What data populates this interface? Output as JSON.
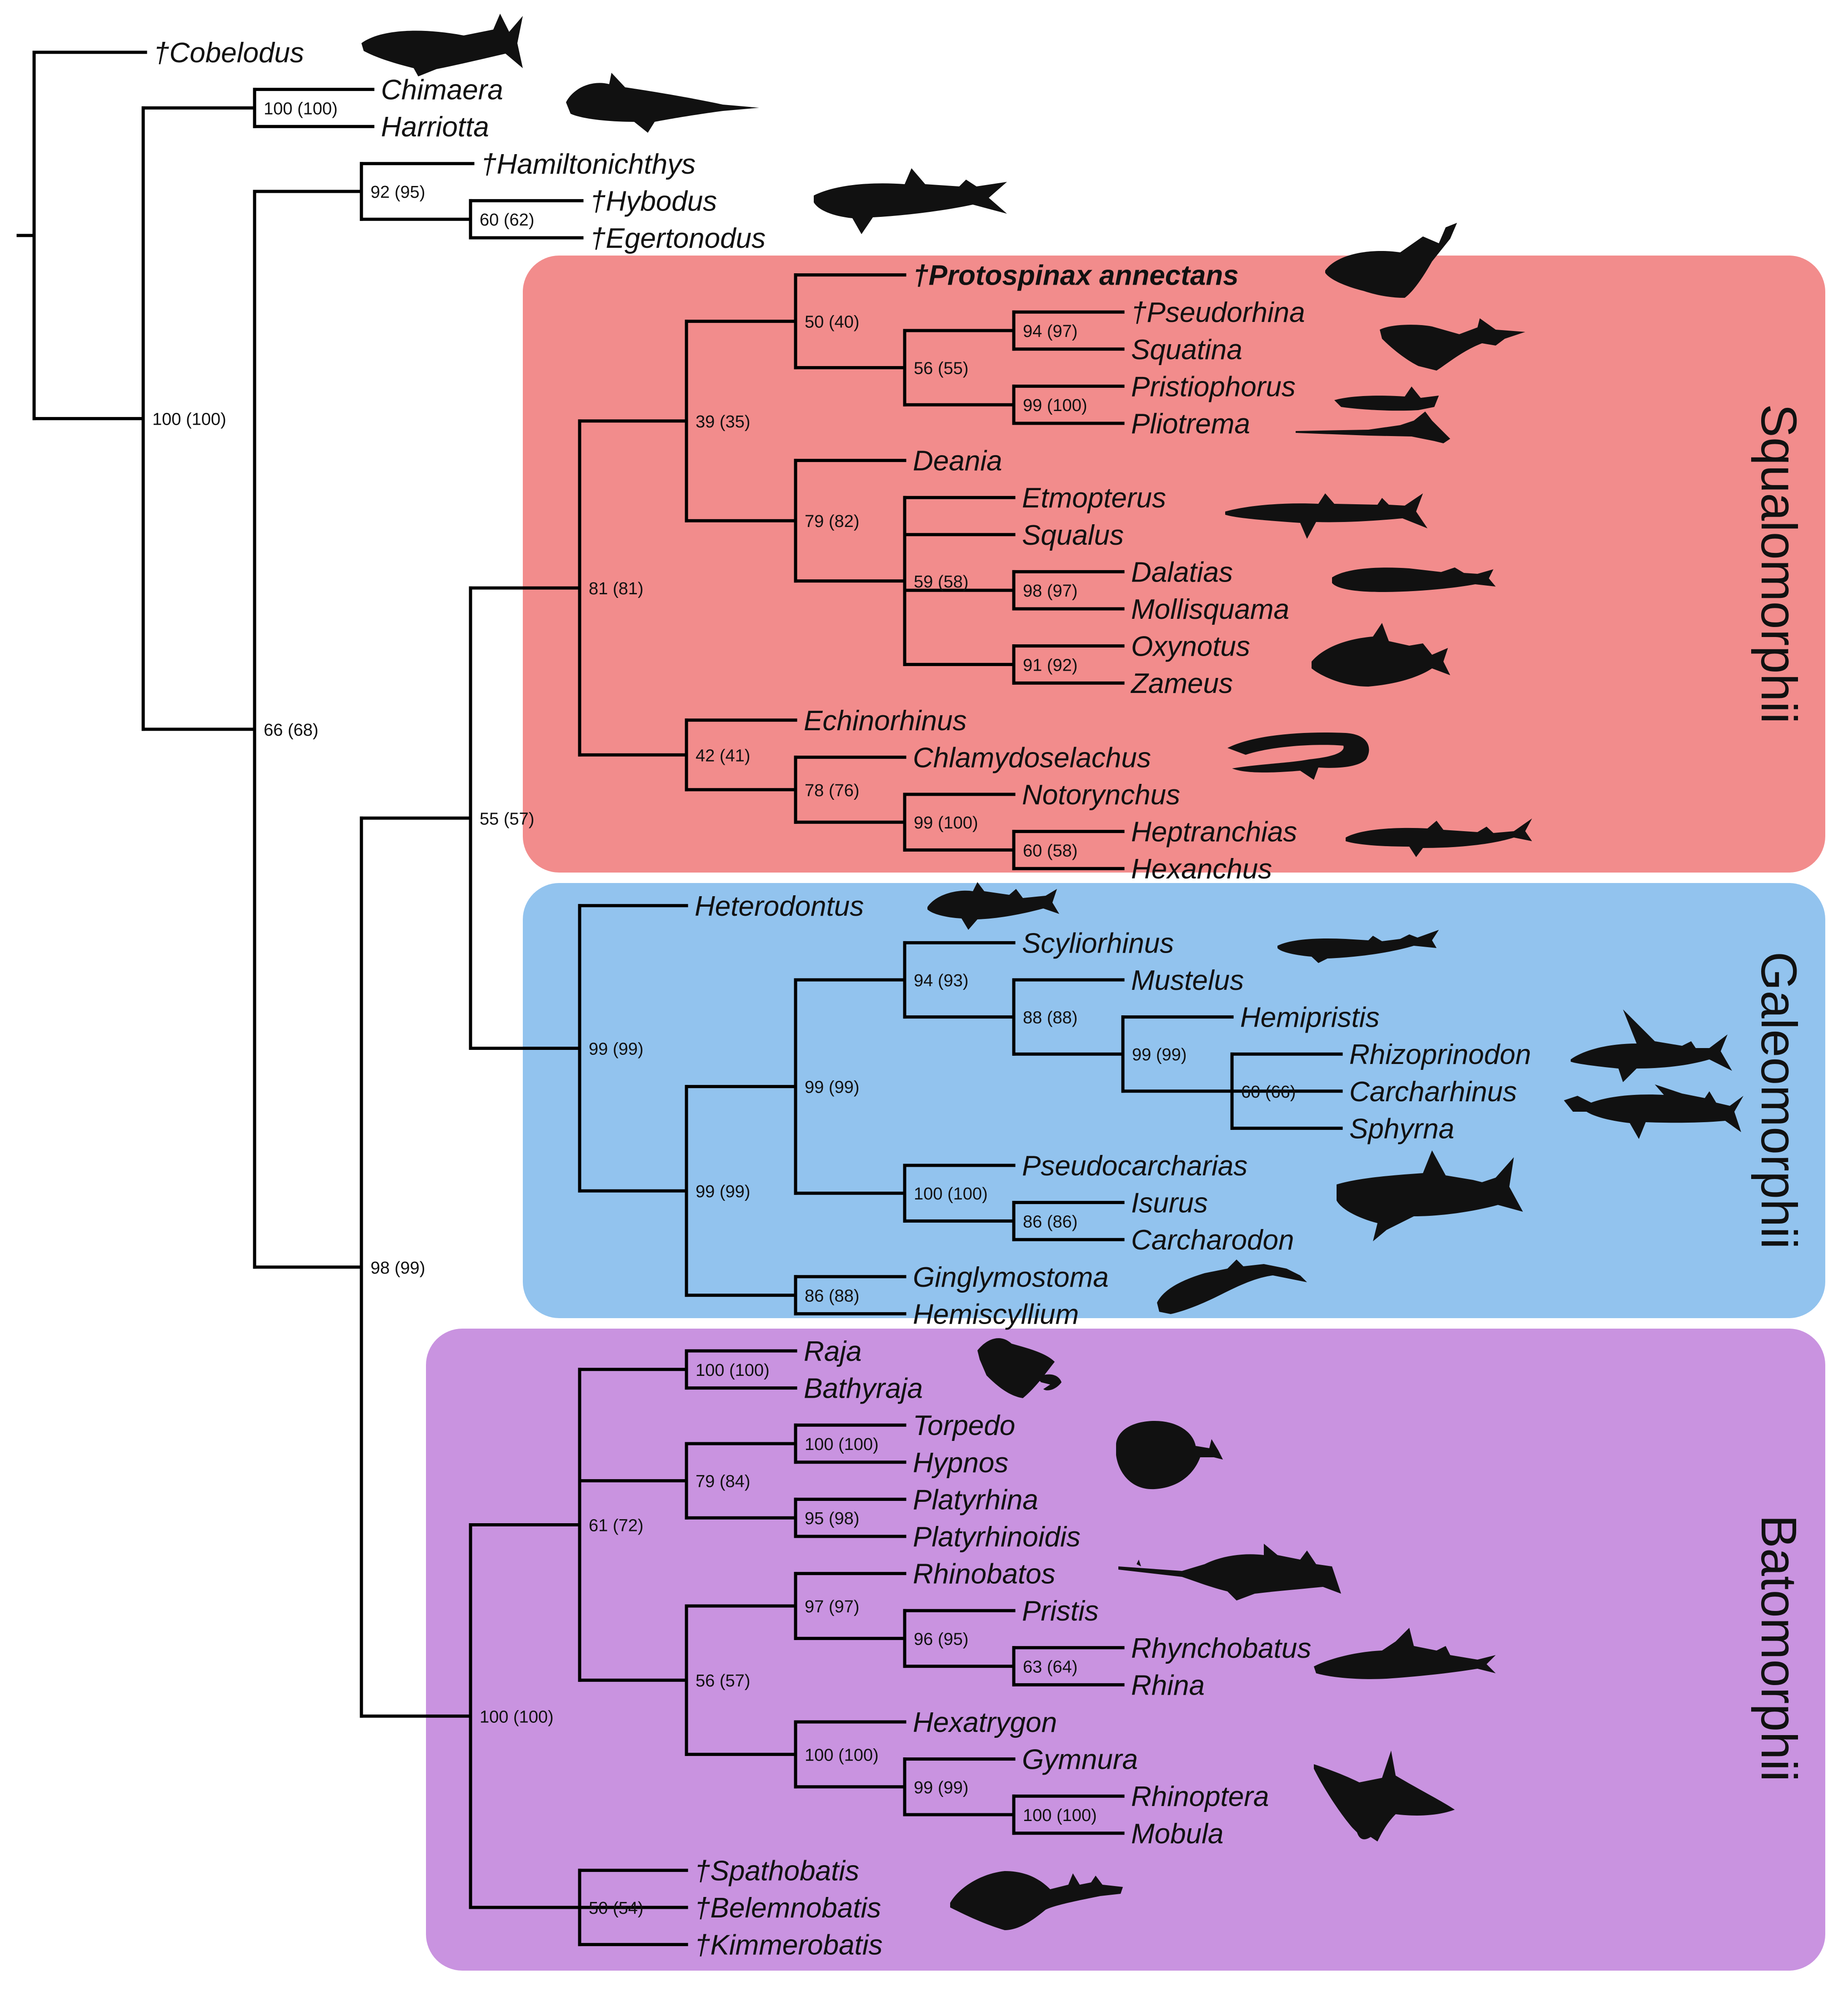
{
  "taxa": [
    {
      "name": "†Cobelodus",
      "bold": false
    },
    {
      "name": "Chimaera",
      "bold": false
    },
    {
      "name": "Harriotta",
      "bold": false
    },
    {
      "name": "†Hamiltonichthys",
      "bold": false
    },
    {
      "name": "†Hybodus",
      "bold": false
    },
    {
      "name": "†Egertonodus",
      "bold": false
    },
    {
      "name": "†Protospinax annectans",
      "bold": true
    },
    {
      "name": "†Pseudorhina",
      "bold": false
    },
    {
      "name": "Squatina",
      "bold": false
    },
    {
      "name": "Pristiophorus",
      "bold": false
    },
    {
      "name": "Pliotrema",
      "bold": false
    },
    {
      "name": "Deania",
      "bold": false
    },
    {
      "name": "Etmopterus",
      "bold": false
    },
    {
      "name": "Squalus",
      "bold": false
    },
    {
      "name": "Dalatias",
      "bold": false
    },
    {
      "name": "Mollisquama",
      "bold": false
    },
    {
      "name": "Oxynotus",
      "bold": false
    },
    {
      "name": "Zameus",
      "bold": false
    },
    {
      "name": "Echinorhinus",
      "bold": false
    },
    {
      "name": "Chlamydoselachus",
      "bold": false
    },
    {
      "name": "Notorynchus",
      "bold": false
    },
    {
      "name": "Heptranchias",
      "bold": false
    },
    {
      "name": "Hexanchus",
      "bold": false
    },
    {
      "name": "Heterodontus",
      "bold": false
    },
    {
      "name": "Scyliorhinus",
      "bold": false
    },
    {
      "name": "Mustelus",
      "bold": false
    },
    {
      "name": "Hemipristis",
      "bold": false
    },
    {
      "name": "Rhizoprinodon",
      "bold": false
    },
    {
      "name": "Carcharhinus",
      "bold": false
    },
    {
      "name": "Sphyrna",
      "bold": false
    },
    {
      "name": "Pseudocarcharias",
      "bold": false
    },
    {
      "name": "Isurus",
      "bold": false
    },
    {
      "name": "Carcharodon",
      "bold": false
    },
    {
      "name": "Ginglymostoma",
      "bold": false
    },
    {
      "name": "Hemiscyllium",
      "bold": false
    },
    {
      "name": "Raja",
      "bold": false
    },
    {
      "name": "Bathyraja",
      "bold": false
    },
    {
      "name": "Torpedo",
      "bold": false
    },
    {
      "name": "Hypnos",
      "bold": false
    },
    {
      "name": "Platyrhina",
      "bold": false
    },
    {
      "name": "Platyrhinoidis",
      "bold": false
    },
    {
      "name": "Rhinobatos",
      "bold": false
    },
    {
      "name": "Pristis",
      "bold": false
    },
    {
      "name": "Rhynchobatus",
      "bold": false
    },
    {
      "name": "Rhina",
      "bold": false
    },
    {
      "name": "Hexatrygon",
      "bold": false
    },
    {
      "name": "Gymnura",
      "bold": false
    },
    {
      "name": "Rhinoptera",
      "bold": false
    },
    {
      "name": "Mobula",
      "bold": false
    },
    {
      "name": "†Spathobatis",
      "bold": false
    },
    {
      "name": "†Belemnobatis",
      "bold": false
    },
    {
      "name": "†Kimmerobatis",
      "bold": false
    }
  ],
  "support_values": [
    "100 (100)",
    "100 (100)",
    "66 (68)",
    "92 (95)",
    "60 (62)",
    "98 (99)",
    "55 (57)",
    "81 (81)",
    "39 (35)",
    "50 (40)",
    "56 (55)",
    "94 (97)",
    "99 (100)",
    "79 (82)",
    "59 (58)",
    "98 (97)",
    "91 (92)",
    "42 (41)",
    "78 (76)",
    "99 (100)",
    "60 (58)",
    "99 (99)",
    "99 (99)",
    "99 (99)",
    "94 (93)",
    "88 (88)",
    "99 (99)",
    "60 (66)",
    "100 (100)",
    "86 (86)",
    "86 (88)",
    "100 (100)",
    "61 (72)",
    "100 (100)",
    "79 (84)",
    "100 (100)",
    "95 (98)",
    "56 (57)",
    "97 (97)",
    "96 (95)",
    "63 (64)",
    "100 (100)",
    "99 (99)",
    "100 (100)",
    "50 (54)"
  ],
  "clades": [
    {
      "name": "Squalomorphii",
      "color": "#f28c8c"
    },
    {
      "name": "Galeomorphii",
      "color": "#92c3ee"
    },
    {
      "name": "Batomorphii",
      "color": "#c993e0"
    }
  ],
  "silhouettes": [
    "cobelodus-silhouette",
    "chimaera-silhouette",
    "hybodus-silhouette",
    "protospinax-silhouette",
    "squatina-silhouette",
    "pristiophorus-silhouette",
    "etmopterus-silhouette",
    "dalatias-silhouette",
    "oxynotus-silhouette",
    "chlamydoselachus-silhouette",
    "heptranchias-silhouette",
    "heterodontus-silhouette",
    "scyliorhinus-silhouette",
    "carcharhinus-silhouette",
    "sphyrna-silhouette",
    "carcharodon-silhouette",
    "ginglymostoma-silhouette",
    "raja-silhouette",
    "torpedo-silhouette",
    "pristis-silhouette",
    "rhynchobatus-silhouette",
    "mobula-silhouette",
    "spathobatis-silhouette"
  ]
}
